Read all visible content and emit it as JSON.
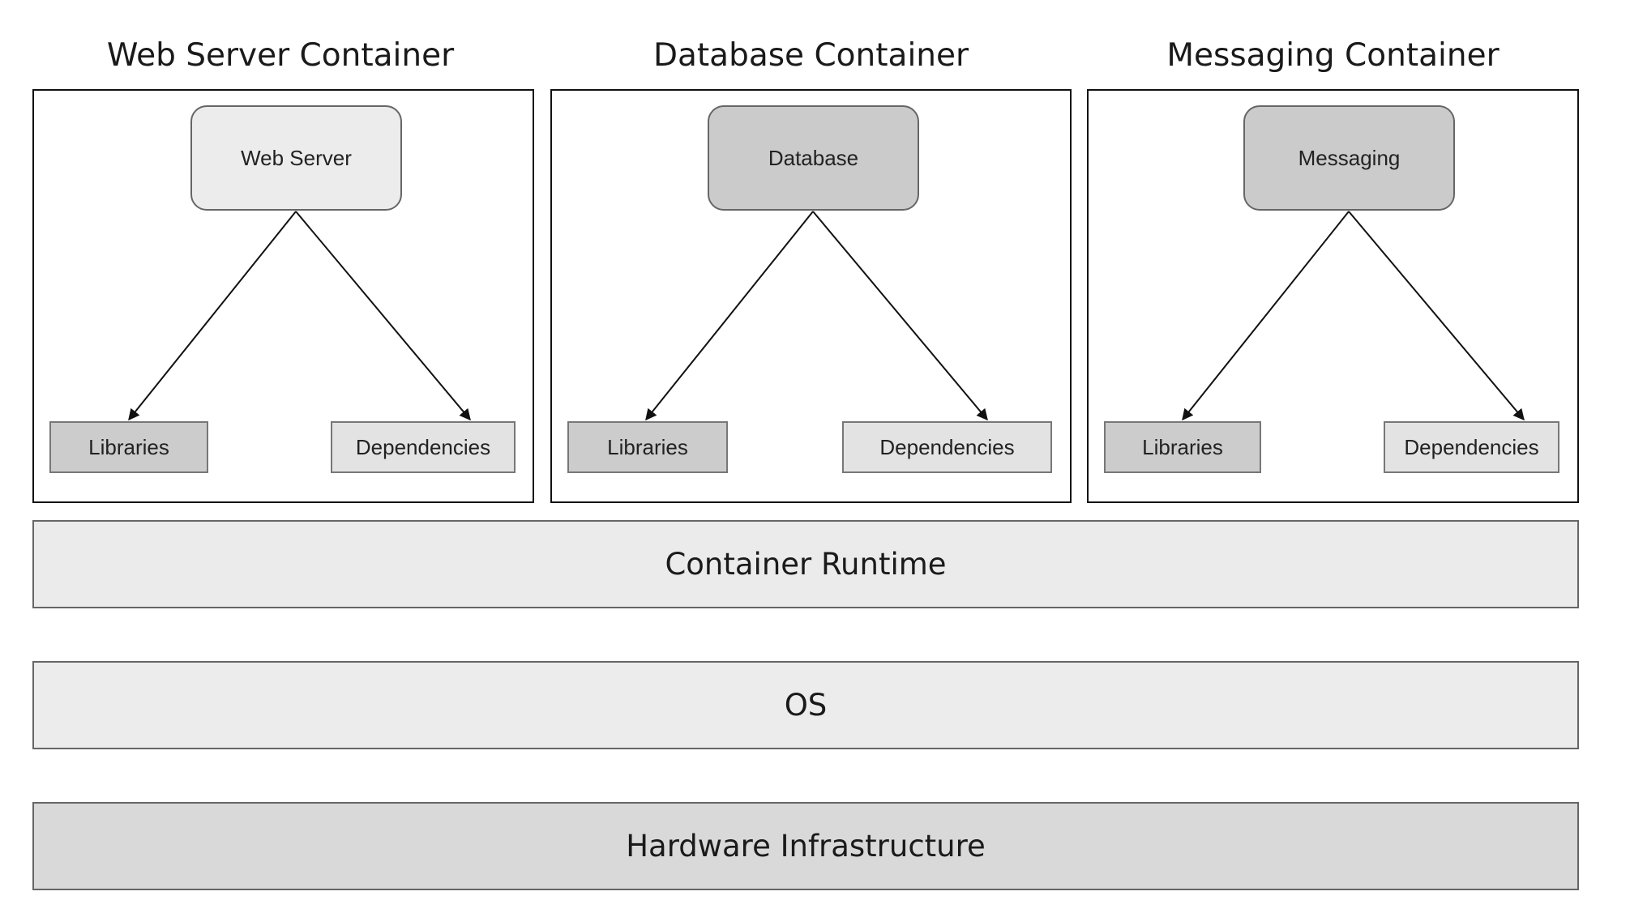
{
  "containers": [
    {
      "title": "Web Server Container",
      "service": "Web Server",
      "service_color": "#ececec",
      "libraries": "Libraries",
      "libraries_color": "#cccccc",
      "dependencies": "Dependencies",
      "dependencies_color": "#e3e3e3"
    },
    {
      "title": "Database Container",
      "service": "Database",
      "service_color": "#cbcbcb",
      "libraries": "Libraries",
      "libraries_color": "#cccccc",
      "dependencies": "Dependencies",
      "dependencies_color": "#e3e3e3"
    },
    {
      "title": "Messaging Container",
      "service": "Messaging",
      "service_color": "#cbcbcb",
      "libraries": "Libraries",
      "libraries_color": "#cccccc",
      "dependencies": "Dependencies",
      "dependencies_color": "#e3e3e3"
    }
  ],
  "layers": [
    {
      "label": "Container Runtime",
      "color": "#ebebeb"
    },
    {
      "label": "OS",
      "color": "#ececec"
    },
    {
      "label": "Hardware Infrastructure",
      "color": "#d9d9d9"
    }
  ]
}
